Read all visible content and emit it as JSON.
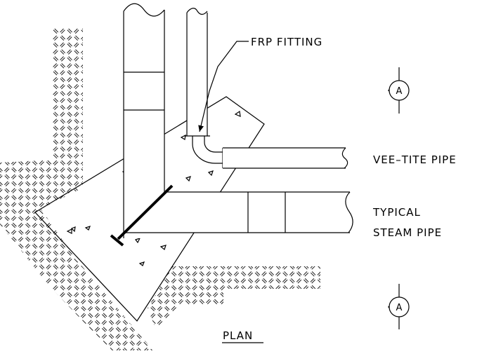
{
  "labels": {
    "frp_fitting": "FRP FITTING",
    "vee_tite_pipe": "VEE–TITE PIPE",
    "typical": "TYPICAL",
    "steam_pipe": "STEAM PIPE",
    "plan": "PLAN"
  },
  "section_markers": [
    {
      "letter": "A"
    },
    {
      "letter": "A"
    }
  ],
  "colors": {
    "ink": "#000000",
    "paper": "#ffffff"
  }
}
